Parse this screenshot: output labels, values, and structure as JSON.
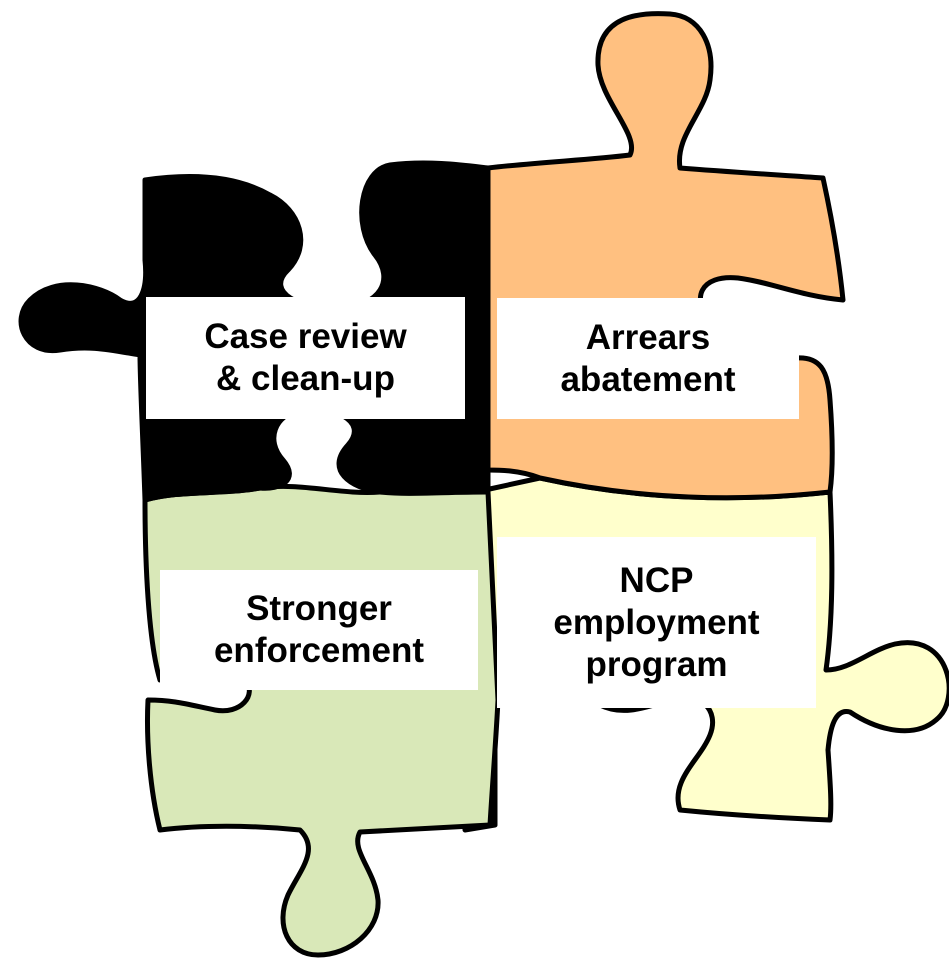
{
  "pieces": [
    {
      "id": "case-review",
      "color": "#CCCCFF",
      "lines": [
        "Case review",
        "& clean-up"
      ]
    },
    {
      "id": "arrears",
      "color": "#FFC080",
      "lines": [
        "Arrears",
        "abatement"
      ]
    },
    {
      "id": "enforcement",
      "color": "#D9E8B8",
      "lines": [
        "Stronger",
        "enforcement"
      ]
    },
    {
      "id": "ncp",
      "color": "#FFFFCC",
      "lines": [
        "NCP",
        "employment",
        "program"
      ]
    }
  ]
}
